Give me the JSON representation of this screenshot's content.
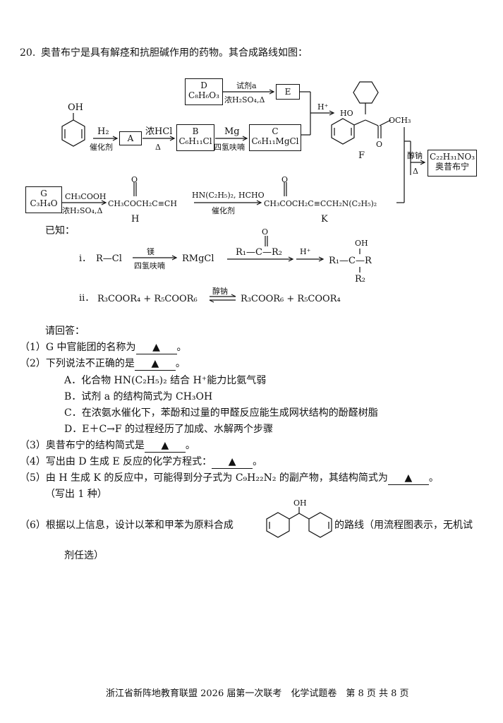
{
  "question": {
    "number": "20.",
    "intro": "奥昔布宁是具有解痉和抗胆碱作用的药物。其合成路线如图："
  },
  "scheme": {
    "phenol_oh": "OH",
    "step1_reagent": "H₂",
    "step1_condition": "催化剂",
    "A": "A",
    "step2_reagent": "浓HCl",
    "step2_condition": "Δ",
    "B_label": "B",
    "B_formula": "C₆H₁₁Cl",
    "step3_reagent": "Mg",
    "step3_condition": "四氢呋喃",
    "C_label": "C",
    "C_formula": "C₆H₁₁MgCl",
    "D_label": "D",
    "D_formula": "C₈H₆O₃",
    "D_reagent": "试剂a",
    "D_condition": "浓H₂SO₄,Δ",
    "E": "E",
    "F_hplus": "H⁺",
    "F_ho": "HO",
    "F_och3": "OCH₃",
    "F_o": "O",
    "F_label": "F",
    "F_to_product_reagent": "醇钠",
    "F_to_product_condition": "Δ",
    "product_formula": "C₂₂H₃₁NO₃",
    "product_name": "奥昔布宁",
    "G_label": "G",
    "G_formula": "C₃H₄O",
    "G_reagent": "CH₃COOH",
    "G_condition": "浓H₂SO₄,Δ",
    "H_struct": "CH₃COCH₂C≡CH",
    "H_label": "H",
    "H_o": "O",
    "HK_reagent": "HN(C₂H₅)₂, HCHO",
    "HK_condition": "催化剂",
    "K_struct": "CH₃COCH₂C≡CCH₂N(C₂H₅)₂",
    "K_o": "O",
    "K_label": "K"
  },
  "known": {
    "heading": "已知：",
    "i_num": "i．",
    "i_reactant": "R—Cl",
    "i_reagent": "镁",
    "i_condition": "四氢呋喃",
    "i_product": "RMgCl",
    "i_ketone": "R₁—C—R₂",
    "i_ketone_o": "O",
    "i_hplus": "H⁺",
    "i_alcohol_oh": "OH",
    "i_alcohol": "R₁—C—R",
    "i_alcohol_r2": "R₂",
    "ii_num": "ii．",
    "ii_left": "R₃COOR₄ + R₅COOR₆",
    "ii_reagent": "醇钠",
    "ii_right": "R₃COOR₆ + R₅COOR₄"
  },
  "questions": {
    "prompt": "请回答：",
    "q1": "（1）G 中官能团的名称为",
    "q2": "（2）下列说法不正确的是",
    "q2_A": "A．化合物 HN(C₂H₅)₂ 结合 H⁺能力比氨气弱",
    "q2_B": "B．试剂 a 的结构简式为 CH₃OH",
    "q2_C": "C．在浓氨水催化下，苯酚和过量的甲醛反应能生成网状结构的酚醛树脂",
    "q2_D": "D．E＋C→F 的过程经历了加成、水解两个步骤",
    "q3": "（3）奥昔布宁的结构简式是",
    "q4": "（4）写出由 D 生成 E 反应的化学方程式：",
    "q5": "（5）由 H 生成 K 的反应中，可能得到分子式为 C₉H₂₂N₂ 的副产物，其结构简式为",
    "q5_note": "（写出 1 种）",
    "q6_a": "（6）根据以上信息，设计以苯和甲苯为原料合成",
    "q6_oh": "OH",
    "q6_b": "的路线（用流程图表示，无机试",
    "q6_c": "剂任选）",
    "blank_mark": "▲",
    "end_mark": "。"
  },
  "footer": "浙江省新阵地教育联盟 2026 届第一次联考　化学试题卷　第 8 页 共 8 页"
}
